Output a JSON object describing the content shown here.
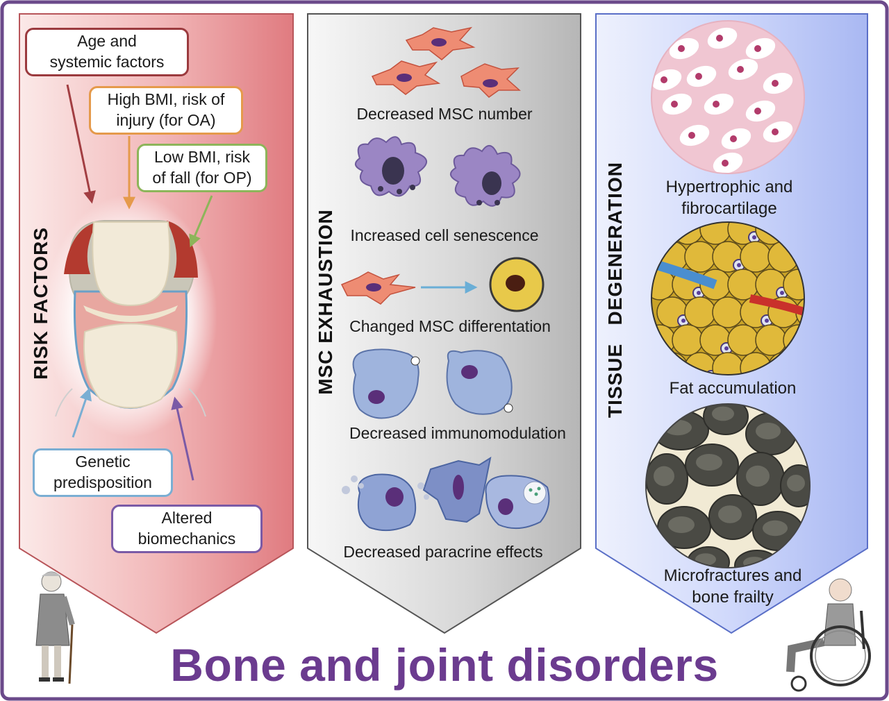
{
  "title": "Bone and joint disorders",
  "colors": {
    "frame": "#6b4a8b",
    "risk_panel": "#e07b80",
    "msc_panel": "#b6b6b6",
    "tissue_panel": "#a9b8f2",
    "title": "#6b3b8f"
  },
  "panels": {
    "risk": {
      "title": "RISK FACTORS",
      "factors": [
        {
          "text": "Age and\nsystemic factors",
          "border": "#9b3a3e"
        },
        {
          "text": "High BMI, risk of\ninjury (for OA)",
          "border": "#e59a4b"
        },
        {
          "text": "Low BMI, risk\nof fall (for OP)",
          "border": "#8db55a"
        },
        {
          "text": "Genetic\npredisposition",
          "border": "#7aaed3"
        },
        {
          "text": "Altered\nbiomechanics",
          "border": "#7a5aa6"
        }
      ]
    },
    "msc": {
      "title": "MSC EXHAUSTION",
      "items": [
        "Decreased MSC number",
        "Increased cell senescence",
        "Changed MSC differentation",
        "Decreased immunomodulation",
        "Decreased paracrine effects"
      ]
    },
    "tissue": {
      "title": "TISSUE   DEGENERATION",
      "items": [
        "Hypertrophic and\nfibrocartilage",
        "Fat accumulation",
        "Microfractures and\nbone frailty"
      ]
    }
  },
  "icons": [
    "joint-illustration",
    "elderly-woman-with-cane-icon",
    "man-in-wheelchair-icon"
  ]
}
